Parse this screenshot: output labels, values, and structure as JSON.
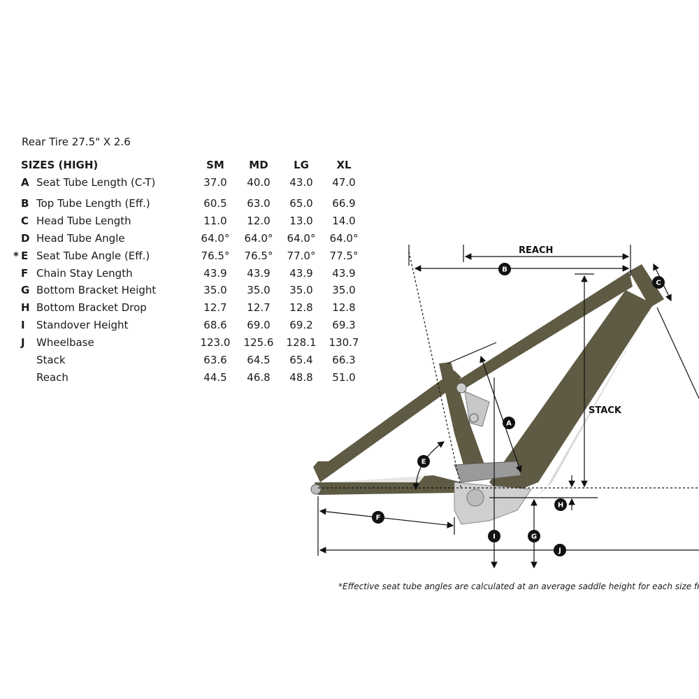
{
  "subtitle": "Rear Tire 27.5\" X 2.6",
  "table": {
    "header": {
      "label": "SIZES (HIGH)",
      "sizes": [
        "SM",
        "MD",
        "LG",
        "XL"
      ]
    },
    "rows": [
      {
        "letter": "A",
        "star": "",
        "label": "Seat Tube Length (C-T)",
        "values": [
          "37.0",
          "40.0",
          "43.0",
          "47.0"
        ]
      },
      {
        "letter": "B",
        "star": "",
        "label": "Top Tube Length (Eff.)",
        "values": [
          "60.5",
          "63.0",
          "65.0",
          "66.9"
        ]
      },
      {
        "letter": "C",
        "star": "",
        "label": "Head Tube Length",
        "values": [
          "11.0",
          "12.0",
          "13.0",
          "14.0"
        ]
      },
      {
        "letter": "D",
        "star": "",
        "label": "Head Tube Angle",
        "values": [
          "64.0°",
          "64.0°",
          "64.0°",
          "64.0°"
        ]
      },
      {
        "letter": "E",
        "star": "*",
        "label": "Seat Tube Angle (Eff.)",
        "values": [
          "76.5°",
          "76.5°",
          "77.0°",
          "77.5°"
        ]
      },
      {
        "letter": "F",
        "star": "",
        "label": "Chain Stay Length",
        "values": [
          "43.9",
          "43.9",
          "43.9",
          "43.9"
        ]
      },
      {
        "letter": "G",
        "star": "",
        "label": "Bottom Bracket Height",
        "values": [
          "35.0",
          "35.0",
          "35.0",
          "35.0"
        ]
      },
      {
        "letter": "H",
        "star": "",
        "label": "Bottom Bracket Drop",
        "values": [
          "12.7",
          "12.7",
          "12.8",
          "12.8"
        ]
      },
      {
        "letter": "I",
        "star": "",
        "label": "Standover Height",
        "values": [
          "68.6",
          "69.0",
          "69.2",
          "69.3"
        ]
      },
      {
        "letter": "J",
        "star": "",
        "label": "Wheelbase",
        "values": [
          "123.0",
          "125.6",
          "128.1",
          "130.7"
        ]
      },
      {
        "letter": "",
        "star": "",
        "label": "Stack",
        "values": [
          "63.6",
          "64.5",
          "65.4",
          "66.3"
        ]
      },
      {
        "letter": "",
        "star": "",
        "label": "Reach",
        "values": [
          "44.5",
          "46.8",
          "48.8",
          "51.0"
        ]
      }
    ]
  },
  "diagram": {
    "reach_label": "REACH",
    "stack_label": "STACK",
    "markers": [
      "A",
      "B",
      "C",
      "E",
      "F",
      "G",
      "H",
      "I",
      "J"
    ],
    "frame_color": "#5e5a43"
  },
  "footnote": "*Effective seat tube angles are calculated at an average saddle height for each size fro"
}
